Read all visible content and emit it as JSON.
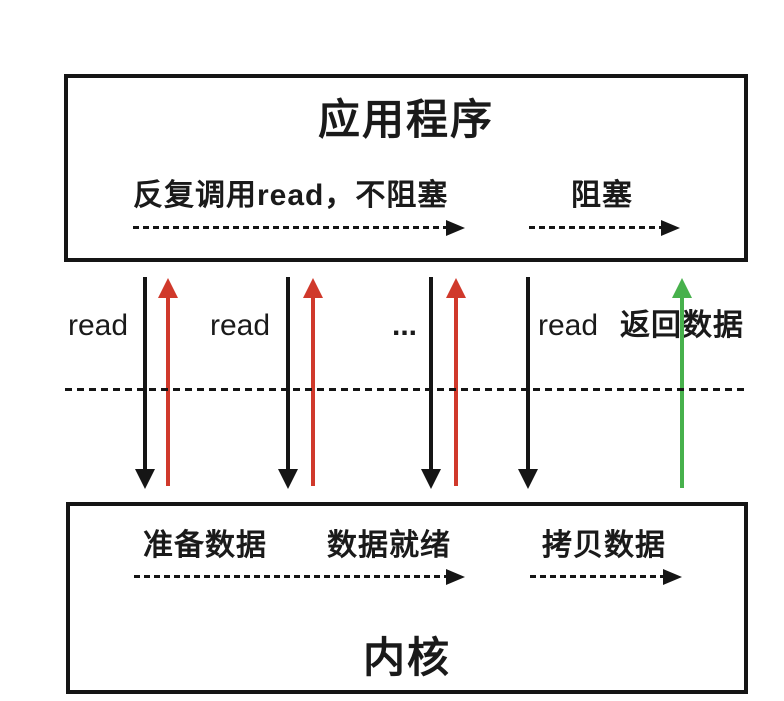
{
  "diagram": {
    "name": "non-blocking io read flow",
    "colors": {
      "ink": "#151515",
      "immediate_return_arrow": "#d0392b",
      "data_return_arrow": "#47b14c"
    },
    "top_box": {
      "title": "应用程序",
      "flow1_label": "反复调用read，不阻塞",
      "flow2_label": "阻塞"
    },
    "middle": {
      "read1": "read",
      "read2": "read",
      "ellipsis": "...",
      "read3": "read",
      "return_data": "返回数据"
    },
    "bottom_box": {
      "title": "内核",
      "stage1": "准备数据",
      "stage2": "数据就绪",
      "stage3": "拷贝数据"
    }
  }
}
